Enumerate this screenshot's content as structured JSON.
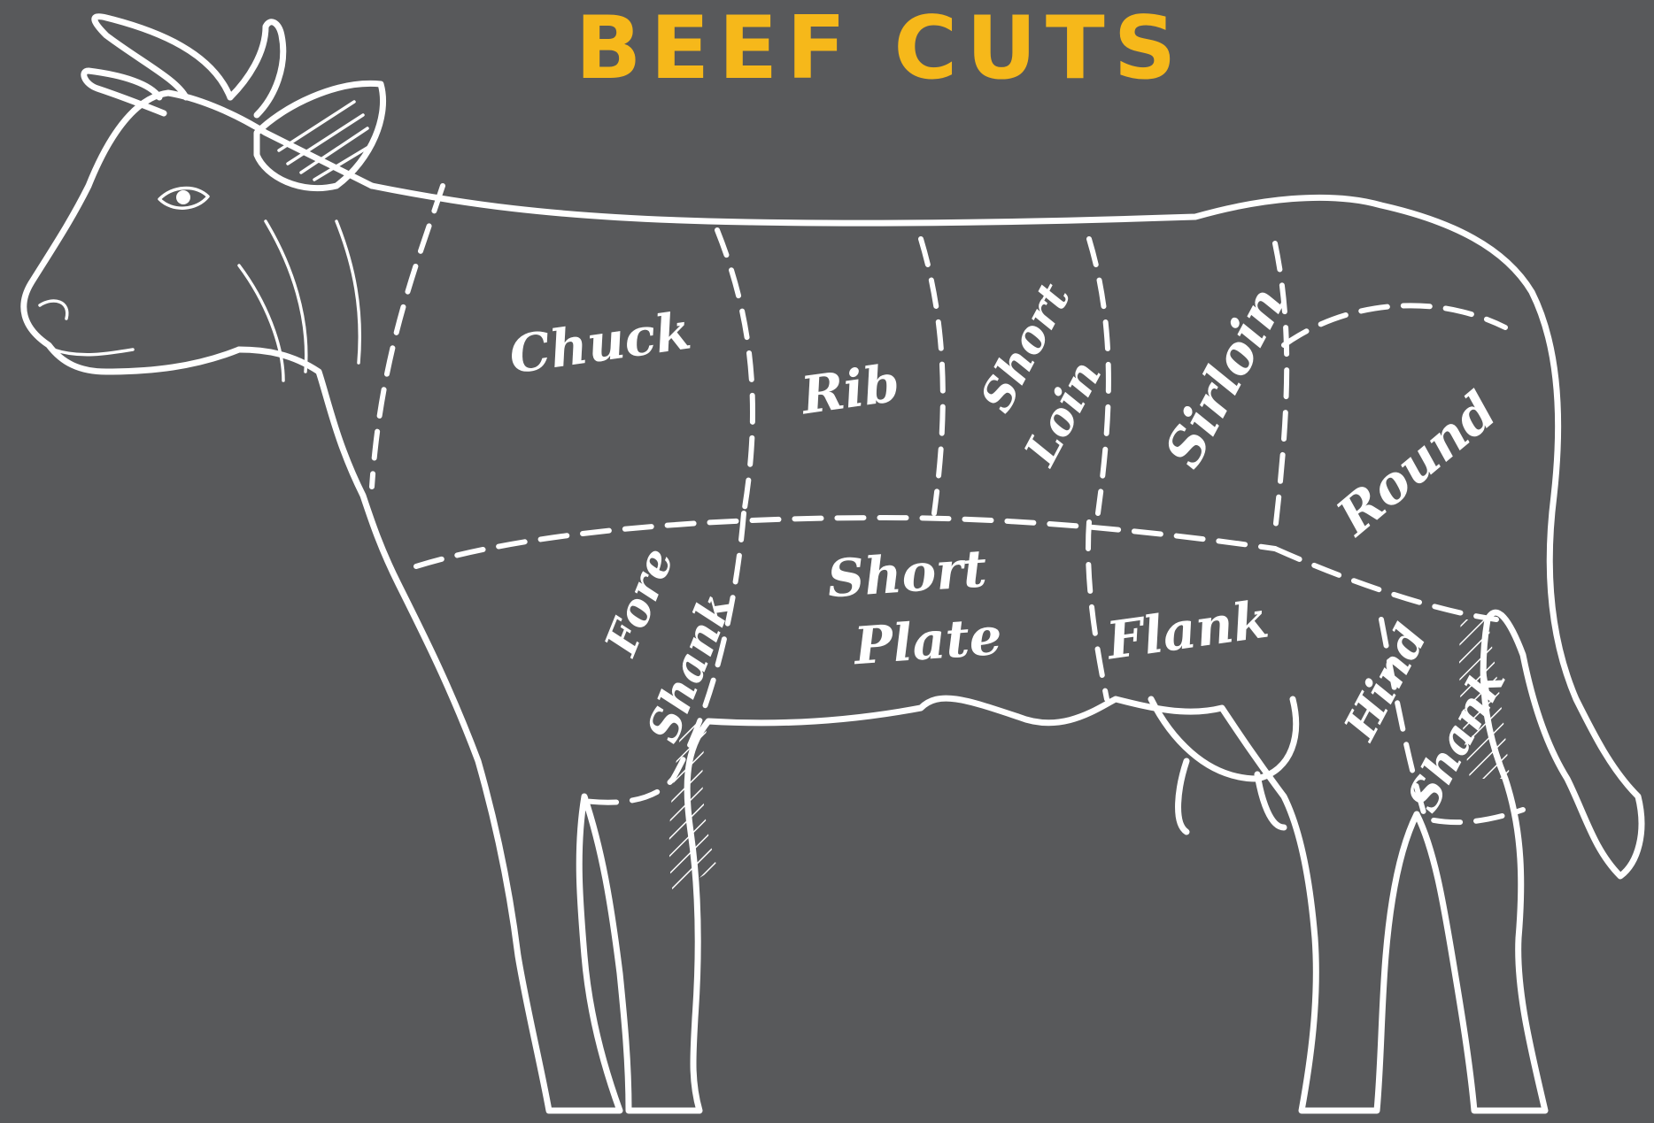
{
  "title": "BEEF CUTS",
  "colors": {
    "background": "#58595b",
    "title": "#f6b81a",
    "line": "#ffffff"
  },
  "cuts": {
    "chuck": "Chuck",
    "rib": "Rib",
    "short_loin_1": "Short",
    "short_loin_2": "Loin",
    "sirloin": "Sirloin",
    "round": "Round",
    "fore_shank_1": "Fore",
    "fore_shank_2": "Shank",
    "short_plate_1": "Short",
    "short_plate_2": "Plate",
    "flank": "Flank",
    "hind_shank_1": "Hind",
    "hind_shank_2": "Shank"
  }
}
